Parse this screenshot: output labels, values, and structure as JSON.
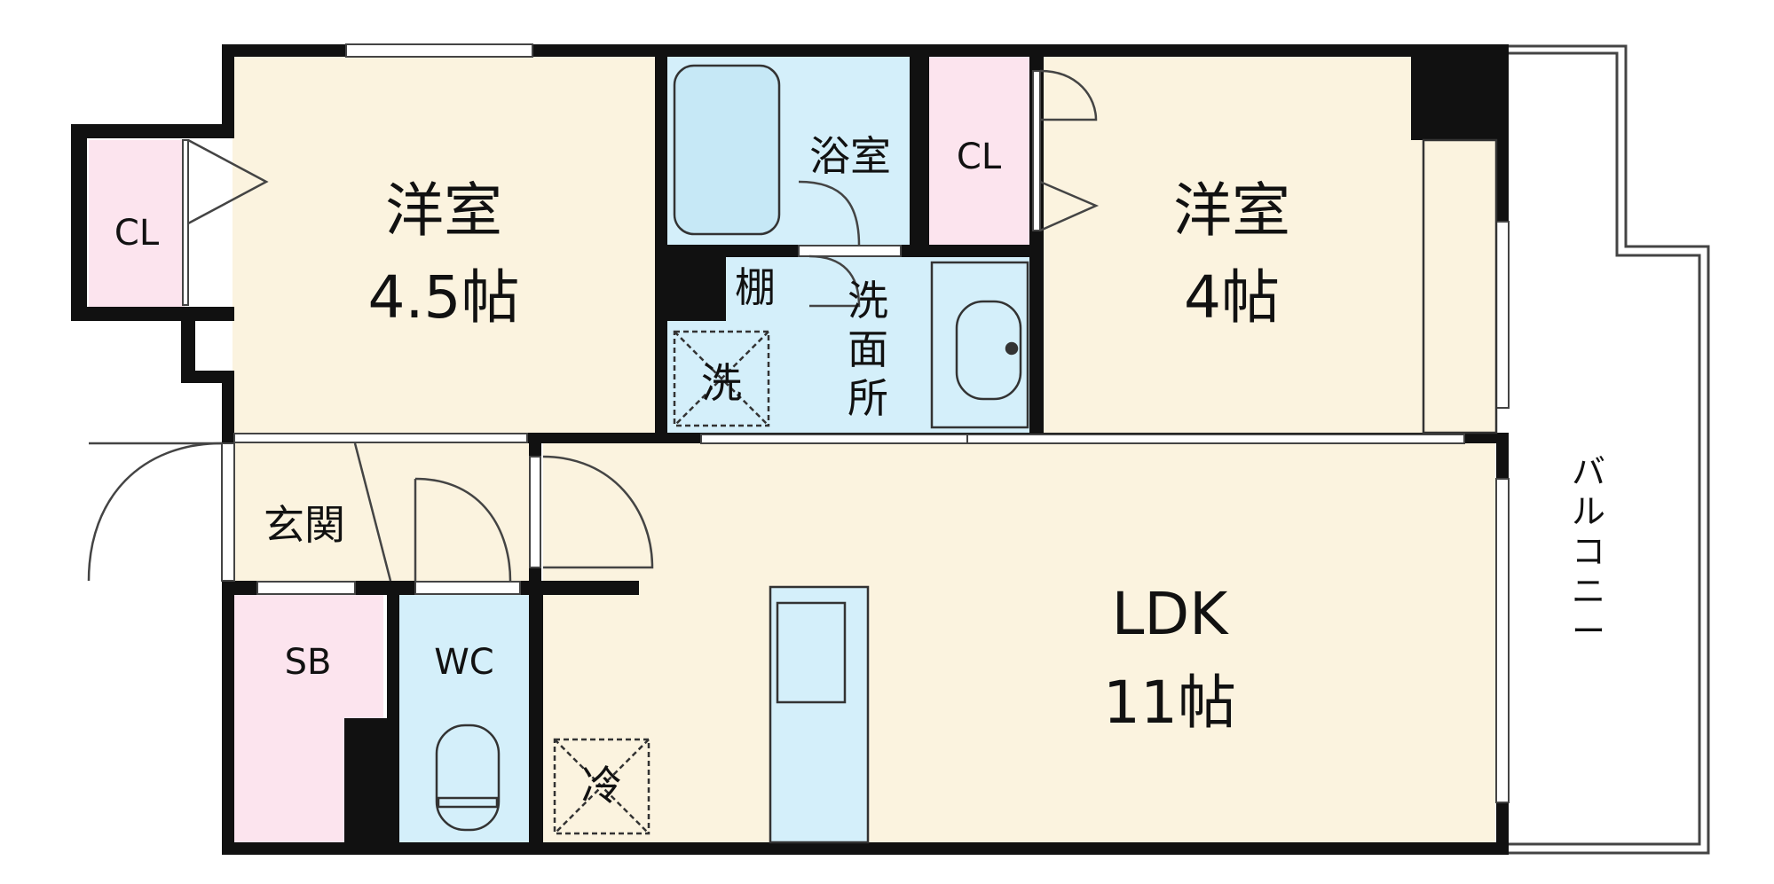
{
  "rooms": {
    "western_left": {
      "name": "洋室",
      "size": "4.5帖"
    },
    "western_right": {
      "name": "洋室",
      "size": "4帖"
    },
    "ldk": {
      "name": "LDK",
      "size": "11帖"
    },
    "closet_left": "CL",
    "closet_right": "CL",
    "bathroom": "浴室",
    "shelf": "棚",
    "washroom": [
      "洗",
      "面",
      "所"
    ],
    "washer": "洗",
    "entrance": "玄関",
    "shoe_box": "SB",
    "toilet": "WC",
    "fridge": "冷",
    "balcony": [
      "バ",
      "ル",
      "コ",
      "ニ",
      "ー"
    ]
  },
  "colors": {
    "western_room": "#fbf3df",
    "closet": "#fce4ee",
    "wet_area": "#d4effa",
    "wall": "#111111"
  }
}
